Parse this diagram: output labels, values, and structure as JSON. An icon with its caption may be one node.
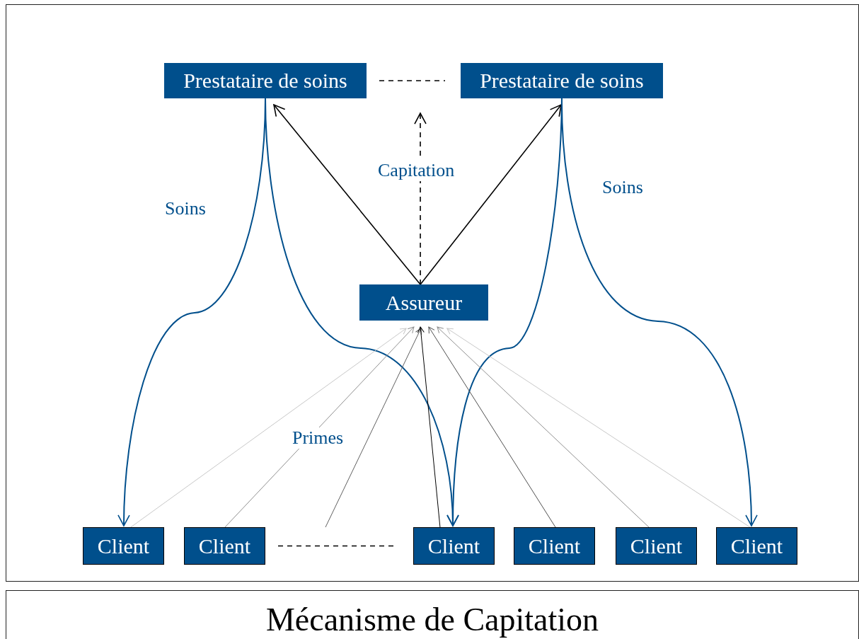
{
  "diagram": {
    "caption": "Mécanisme de Capitation",
    "nodes": [
      {
        "text": [
          "Prestataire de soins"
        ]
      },
      {
        "text": [
          "Prestataire de soins"
        ]
      },
      {
        "text": [
          "Assureur"
        ]
      },
      {
        "text": [
          "Client"
        ]
      },
      {
        "text": [
          "Client"
        ]
      },
      {
        "text": [
          "Client"
        ]
      },
      {
        "text": [
          "Client"
        ]
      },
      {
        "text": [
          "Client"
        ]
      },
      {
        "text": [
          "Client"
        ]
      }
    ],
    "edges": [
      {
        "from": 0,
        "to": 1,
        "arrow": "none",
        "style": "dashed"
      },
      {
        "from": 2,
        "to": 0,
        "arrow": "to"
      },
      {
        "from": 2,
        "to": 1,
        "arrow": "to"
      },
      {
        "from": 2,
        "to": null,
        "arrow": "to",
        "style": "dashed",
        "label": "Capitation"
      },
      {
        "from": 0,
        "to": 3,
        "arrow": "to",
        "color": "#004f8c",
        "label": "Soins"
      },
      {
        "from": 0,
        "to": 5,
        "arrow": "to",
        "color": "#004f8c"
      },
      {
        "from": 1,
        "to": 5,
        "arrow": "to",
        "color": "#004f8c"
      },
      {
        "from": 1,
        "to": 8,
        "arrow": "to",
        "color": "#004f8c",
        "label": "Soins"
      },
      {
        "from": 3,
        "to": 2,
        "arrow": "to",
        "color": "#c8c8c8"
      },
      {
        "from": 4,
        "to": 2,
        "arrow": "to",
        "color": "#909090",
        "label": "Primes"
      },
      {
        "from": null,
        "to": 2,
        "arrow": "to",
        "color": "#606060"
      },
      {
        "from": 5,
        "to": 2,
        "arrow": "to"
      },
      {
        "from": 6,
        "to": 2,
        "arrow": "to",
        "color": "#505050"
      },
      {
        "from": 7,
        "to": 2,
        "arrow": "to",
        "color": "#909090"
      },
      {
        "from": 8,
        "to": 2,
        "arrow": "to",
        "color": "#c8c8c8"
      },
      {
        "from": 4,
        "to": 5,
        "arrow": "none",
        "style": "dashed"
      }
    ]
  }
}
